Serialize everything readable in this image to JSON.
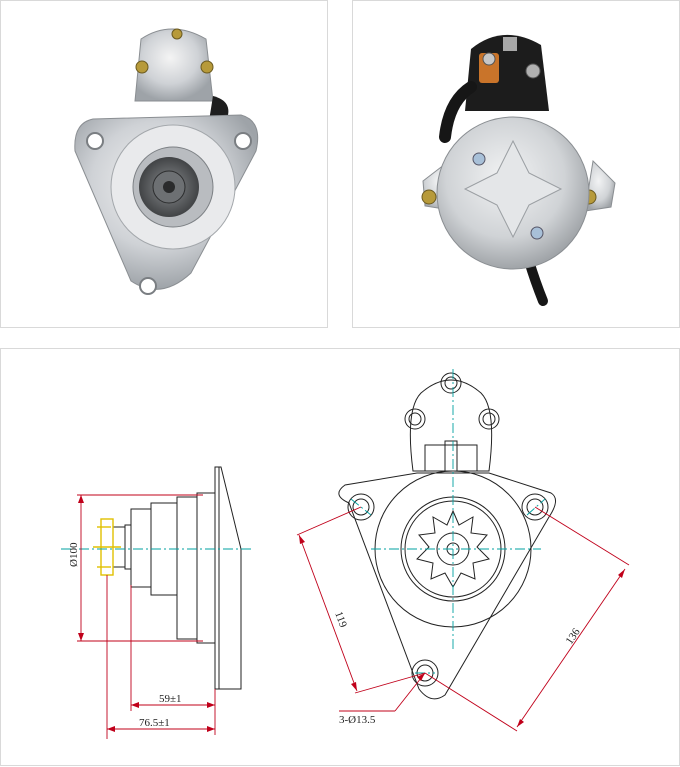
{
  "drawing": {
    "dia_label": "Ø100",
    "len_short_label": "59±1",
    "len_long_label": "76.5±1",
    "dim_119_label": "119",
    "dim_136_label": "136",
    "holes_label": "3-Ø13.5"
  },
  "colors": {
    "dimension_line": "#c0001a",
    "centerline": "#00a0a0",
    "pinion_mark": "#e0c000",
    "outline": "#222222"
  }
}
